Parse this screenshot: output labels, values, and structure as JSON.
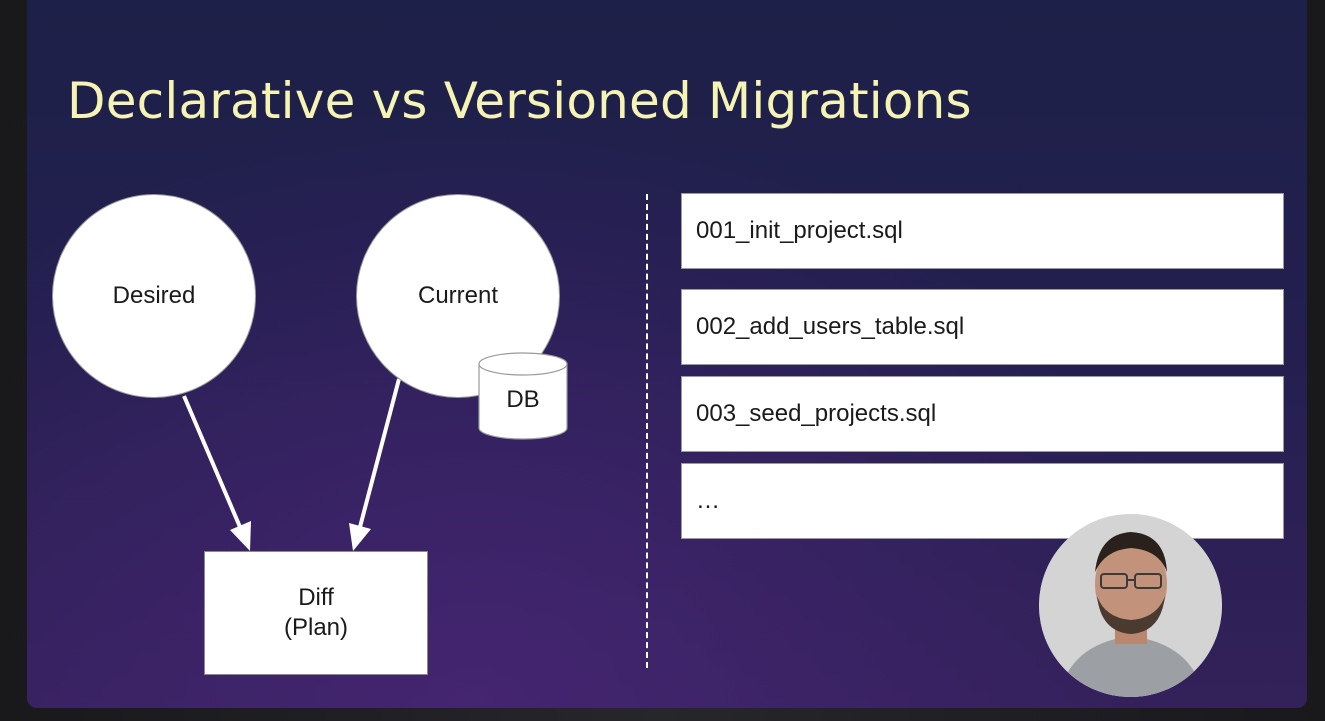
{
  "slide": {
    "title": "Declarative vs Versioned Migrations"
  },
  "diagram": {
    "desired_label": "Desired",
    "current_label": "Current",
    "db_label": "DB",
    "diff_label": "Diff",
    "plan_label": "(Plan)"
  },
  "migrations": {
    "files": [
      "001_init_project.sql",
      "002_add_users_table.sql",
      "003_seed_projects.sql",
      "…"
    ]
  },
  "colors": {
    "title": "#f6f4b4",
    "slide_bg_top": "#1d2048",
    "slide_bg_bottom": "#33215a",
    "shape_fill": "#ffffff"
  }
}
